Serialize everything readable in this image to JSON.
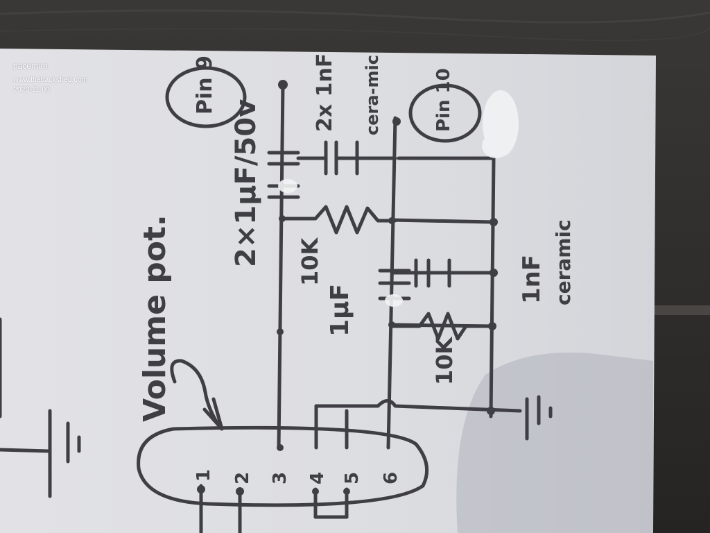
{
  "watermark": {
    "user": "paceman",
    "site": "www.thebackshed.com",
    "date": "2020-11-09"
  },
  "sketch": {
    "volume_pot_label": "Volume pot.",
    "pin9_label": "Pin 9",
    "pin10_label": "Pin 10",
    "cap_2x1uf_label": "2×1µF/50v",
    "cap_2x1nf_label": "2x 1nF",
    "ceramic_label_1": "cera-mic",
    "resistor_10k_top_label": "10K",
    "cap_1uf_label": "1µF",
    "resistor_10k_bottom_label": "10K",
    "cap_1nf_label": "1nF",
    "ceramic_label_2": "ceramic",
    "pot_pins": [
      "1",
      "2",
      "3",
      "4",
      "5",
      "6"
    ]
  },
  "colors": {
    "paper": "#dcdcde",
    "ink": "#3e3e44",
    "table": "#2f2d2b",
    "watermark": "#ffffff"
  }
}
